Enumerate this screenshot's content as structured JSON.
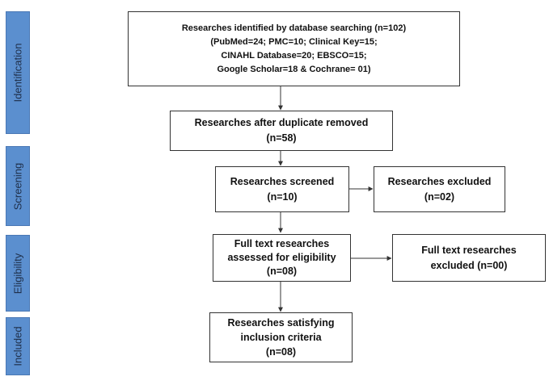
{
  "phases": {
    "identification": "Identification",
    "screening": "Screening",
    "eligibility": "Eligibility",
    "included": "Included"
  },
  "boxes": {
    "identified": {
      "lines": [
        "Researches identified by database  searching  (n=102)",
        "(PubMed=24;  PMC=10;  Clinical Key=15;",
        "CINAHL Database=20;  EBSCO=15;",
        "Google Scholar=18  & Cochrane= 01)"
      ]
    },
    "duplicates_removed": {
      "lines": [
        "Researches after duplicate removed",
        "(n=58)"
      ]
    },
    "screened": {
      "lines": [
        "Researches screened",
        "(n=10)"
      ]
    },
    "excluded": {
      "lines": [
        "Researches excluded",
        "(n=02)"
      ]
    },
    "fulltext_assessed": {
      "lines": [
        "Full text researches",
        "assessed for eligibility",
        "(n=08)"
      ]
    },
    "fulltext_excluded": {
      "lines": [
        "Full text researches",
        "excluded (n=00)"
      ]
    },
    "included": {
      "lines": [
        "Researches satisfying",
        "inclusion criteria",
        "(n=08)"
      ]
    }
  },
  "colors": {
    "phase_fill": "#5b8fcf",
    "phase_text": "#1f2f4a",
    "box_border": "#333333",
    "arrow": "#333333"
  }
}
